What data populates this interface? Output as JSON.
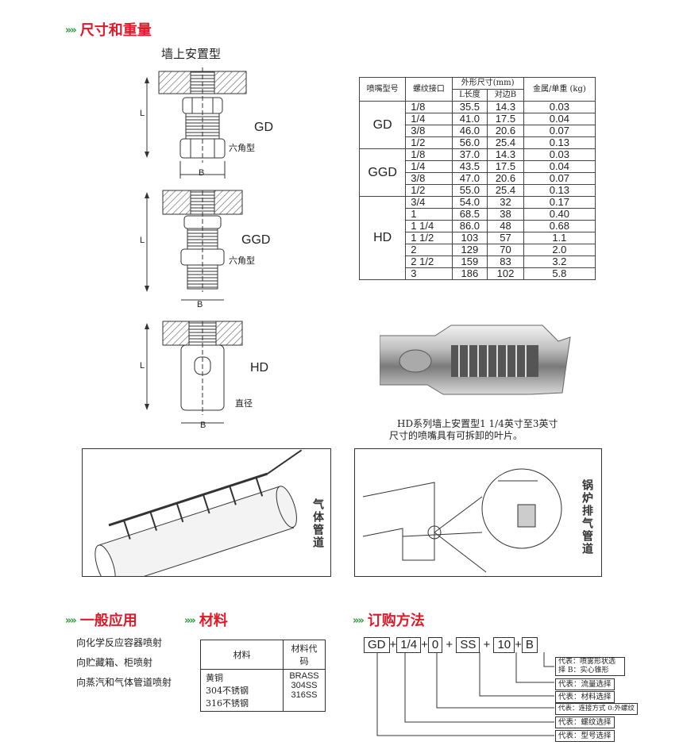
{
  "section1": {
    "title": "尺寸和重量",
    "subtitle": "墙上安置型"
  },
  "drawing": {
    "gd": {
      "model": "GD",
      "L": "L",
      "B": "B",
      "note": "六角型"
    },
    "ggd": {
      "model": "GGD",
      "L": "L",
      "B": "B",
      "note": "六角型"
    },
    "hd": {
      "model": "HD",
      "L": "L",
      "B": "B",
      "note": "直径"
    }
  },
  "spec_table": {
    "h_model": "喷嘴型号",
    "h_thread": "螺纹接口",
    "h_dims": "外形尺寸(mm)",
    "h_L": "L长度",
    "h_B": "对边B",
    "h_weight": "金属/单重 (kg)",
    "groups": [
      {
        "model": "GD",
        "rows": [
          {
            "thread": "1/8",
            "L": "35.5",
            "B": "14.3",
            "w": "0.03"
          },
          {
            "thread": "1/4",
            "L": "41.0",
            "B": "17.5",
            "w": "0.04"
          },
          {
            "thread": "3/8",
            "L": "46.0",
            "B": "20.6",
            "w": "0.07"
          },
          {
            "thread": "1/2",
            "L": "56.0",
            "B": "25.4",
            "w": "0.13"
          }
        ]
      },
      {
        "model": "GGD",
        "rows": [
          {
            "thread": "1/8",
            "L": "37.0",
            "B": "14.3",
            "w": "0.03"
          },
          {
            "thread": "1/4",
            "L": "43.5",
            "B": "17.5",
            "w": "0.04"
          },
          {
            "thread": "3/8",
            "L": "47.0",
            "B": "20.6",
            "w": "0.07"
          },
          {
            "thread": "1/2",
            "L": "55.0",
            "B": "25.4",
            "w": "0.13"
          }
        ]
      },
      {
        "model": "HD",
        "rows": [
          {
            "thread": "3/4",
            "L": "54.0",
            "B": "32",
            "w": "0.17"
          },
          {
            "thread": "1",
            "L": "68.5",
            "B": "38",
            "w": "0.40"
          },
          {
            "thread": "1 1/4",
            "L": "86.0",
            "B": "48",
            "w": "0.68"
          },
          {
            "thread": "1 1/2",
            "L": "103",
            "B": "57",
            "w": "1.1"
          },
          {
            "thread": "2",
            "L": "129",
            "B": "70",
            "w": "2.0"
          },
          {
            "thread": "2 1/2",
            "L": "159",
            "B": "83",
            "w": "3.2"
          },
          {
            "thread": "3",
            "L": "186",
            "B": "102",
            "w": "5.8"
          }
        ]
      }
    ]
  },
  "photo_caption": {
    "line1": "HD系列墙上安置型1 1/4英寸至3英寸",
    "line2": "尺寸的喷嘴具有可拆卸的叶片。"
  },
  "illustrations": {
    "left_label": "气体管道",
    "right_label": "锅炉排气管道"
  },
  "section2": {
    "title": "一般应用",
    "items": [
      "向化学反应容器喷射",
      "向贮藏箱、柜喷射",
      "向蒸汽和气体管道喷射"
    ]
  },
  "section3": {
    "title": "材料",
    "h_material": "材料",
    "h_code": "材料代码",
    "materials": [
      "黄铜",
      "304不锈钢",
      "316不锈钢"
    ],
    "codes": [
      "BRASS",
      "304SS",
      "316SS"
    ]
  },
  "section4": {
    "title": "订购方法",
    "code": [
      "GD",
      "1/4",
      "0",
      "SS",
      "10",
      "B"
    ],
    "labels": [
      "代表：喷雾形状选择 B：实心锥形",
      "代表：流量选择",
      "代表：材料选择",
      "代表：连接方式 0:外螺纹",
      "代表：螺纹选择",
      "代表：型号选择"
    ]
  }
}
